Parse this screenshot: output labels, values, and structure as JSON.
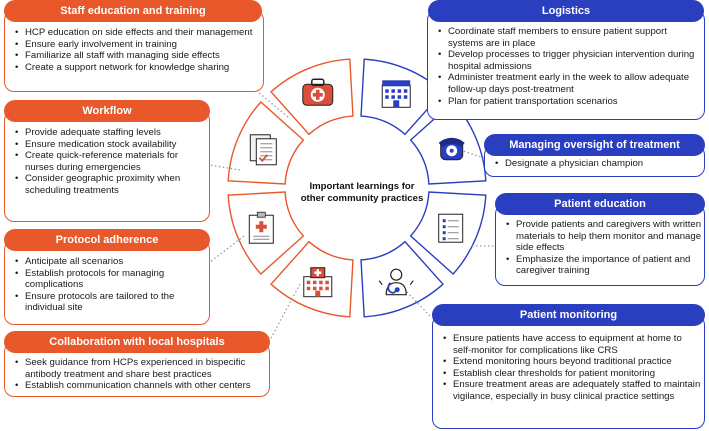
{
  "center_title": [
    "Important learnings for",
    "other community practices"
  ],
  "colors": {
    "orange": "#e8582a",
    "blue": "#2a3fbf",
    "dot_gray": "#9a9a9a"
  },
  "sections": {
    "staff_education": {
      "title": "Staff education and training",
      "icon": "medical-kit-icon",
      "items": [
        "HCP education on side effects and their management",
        "Ensure early involvement in training",
        "Familiarize all staff with managing side effects",
        "Create a support network for knowledge sharing"
      ]
    },
    "workflow": {
      "title": "Workflow",
      "icon": "document-checklist-icon",
      "items": [
        "Provide adequate staffing levels",
        "Ensure medication stock availability",
        "Create quick-reference materials for nurses during emergencies",
        "Consider geographic proximity when scheduling treatments"
      ]
    },
    "protocol_adherence": {
      "title": "Protocol adherence",
      "icon": "medical-chart-icon",
      "items": [
        "Anticipate all scenarios",
        "Establish protocols for managing complications",
        "Ensure protocols are tailored to the individual site"
      ]
    },
    "collaboration": {
      "title": "Collaboration with local hospitals",
      "icon": "hospital-icon",
      "items": [
        "Seek guidance from HCPs experienced in bispecific antibody treatment and share best practices",
        "Establish communication channels with other centers"
      ]
    },
    "logistics": {
      "title": "Logistics",
      "icon": "hospital-building-icon",
      "items": [
        "Coordinate staff members to ensure patient support systems are in place",
        "Develop processes to trigger physician intervention during hospital admissions",
        "Administer treatment early in the week to allow adequate follow-up days post-treatment",
        "Plan for patient transportation scenarios"
      ]
    },
    "oversight": {
      "title": "Managing oversight of treatment",
      "icon": "phone-icon",
      "items": [
        "Designate a physician champion"
      ]
    },
    "patient_education": {
      "title": "Patient education",
      "icon": "clipboard-icon",
      "items": [
        "Provide patients and caregivers with written materials to help them monitor and manage side effects",
        "Emphasize the importance of patient and caregiver training"
      ]
    },
    "patient_monitoring": {
      "title": "Patient monitoring",
      "icon": "patient-with-stethoscope-icon",
      "items": [
        "Ensure patients have access to equipment at home to self-monitor for complications like CRS",
        "Extend monitoring hours beyond traditional practice",
        "Establish clear thresholds for patient monitoring",
        "Ensure treatment areas are adequately staffed to maintain vigilance, especially in busy clinical practice settings"
      ]
    }
  }
}
